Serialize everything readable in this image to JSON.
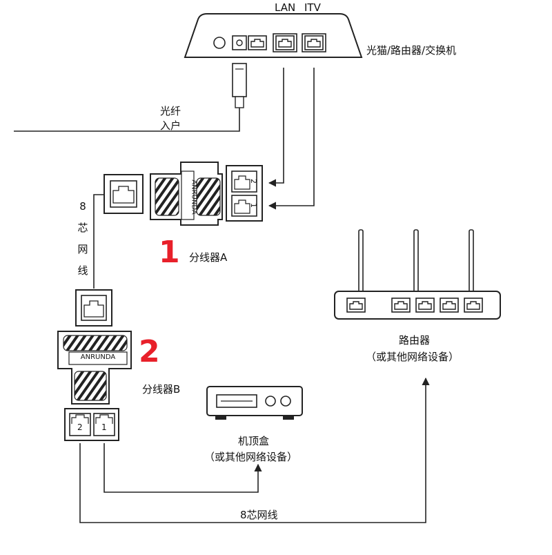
{
  "modem": {
    "port_labels": [
      "LAN",
      "ITV"
    ],
    "label": "光猫/路由器/交换机"
  },
  "fiber": {
    "line1": "光纤",
    "line2": "入户"
  },
  "cable_8core_vertical": [
    "8",
    "芯",
    "网",
    "线"
  ],
  "splitter_a": {
    "number": "1",
    "label": "分线器A",
    "brand": "ANRUNDA",
    "port_numbers": [
      "2",
      "1"
    ]
  },
  "splitter_b": {
    "number": "2",
    "label": "分线器B",
    "brand": "ANRUNDA",
    "port_numbers": [
      "2",
      "1"
    ]
  },
  "router": {
    "line1": "路由器",
    "line2": "（或其他网络设备）"
  },
  "settop_box": {
    "line1": "机顶盒",
    "line2": "（或其他网络设备）"
  },
  "bottom_cable": "8芯网线",
  "colors": {
    "number_red": "#e8202a",
    "line": "#222222"
  }
}
